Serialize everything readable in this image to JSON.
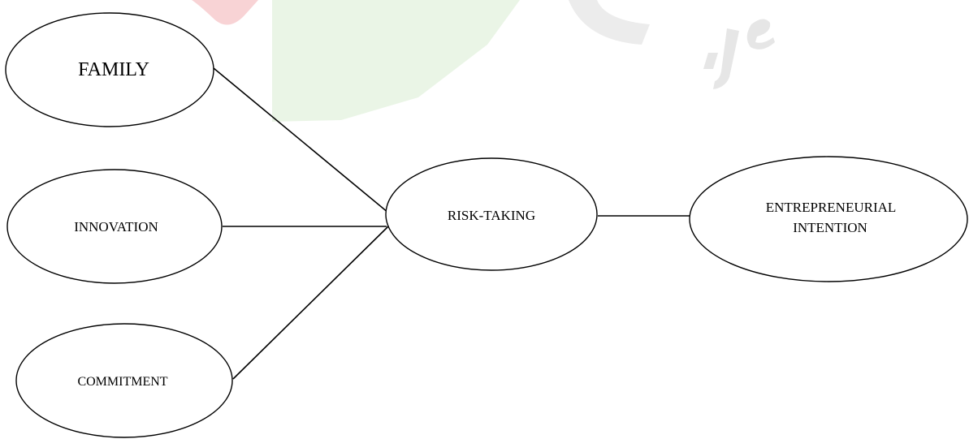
{
  "watermark": {
    "description_colors": [
      "#f7c9cc",
      "#e3f1e0",
      "#e8e8e8"
    ]
  },
  "nodes": {
    "family": {
      "label": "FAMILY"
    },
    "innovation": {
      "label": "INNOVATION"
    },
    "commitment": {
      "label": "COMMITMENT"
    },
    "risk_taking": {
      "label": "RISK-TAKING"
    },
    "entrepreneurial_intention": {
      "label_line1": "ENTREPRENEURIAL",
      "label_line2": "INTENTION"
    }
  },
  "colors": {
    "stroke": "#000000",
    "background": "#ffffff"
  }
}
